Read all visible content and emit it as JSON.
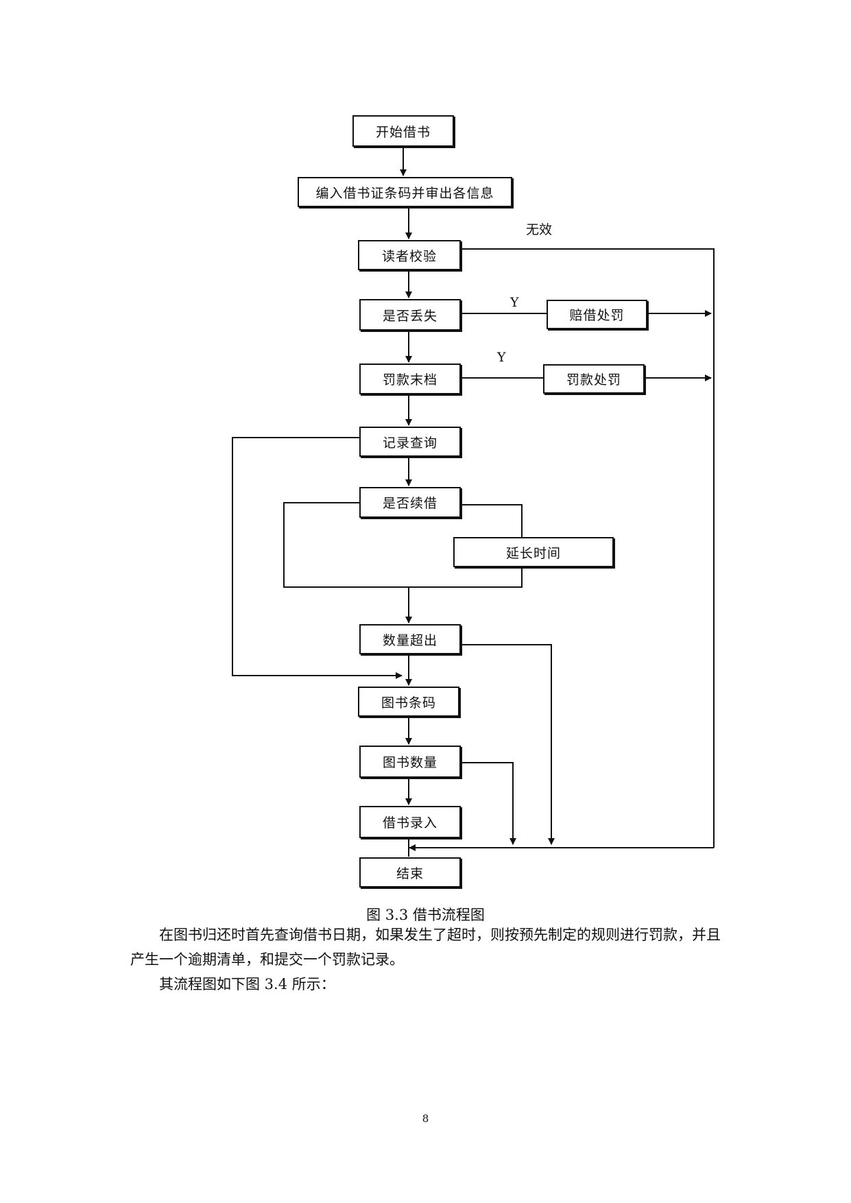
{
  "figure": {
    "caption": "图 3.3 借书流程图",
    "nodes": {
      "start": "开始借书",
      "input": "编入借书证条码并审出各信息",
      "reader_check": "读者校验",
      "lost_check": "是否丢失",
      "fine_check": "罚款末档",
      "compensate": "赔借处罚",
      "fine_penalty": "罚款处罚",
      "record_query": "记录查询",
      "renew_check": "是否续借",
      "extend": "延长时间",
      "qty_exceed": "数量超出",
      "book_barcode": "图书条码",
      "book_qty": "图书数量",
      "borrow_entry": "借书录入",
      "end": "结束"
    },
    "edge_labels": {
      "invalid": "无效",
      "y_lost": "Y",
      "y_fine": "Y"
    }
  },
  "text": {
    "para1": "在图书归还时首先查询借书日期，如果发生了超时，则按预先制定的规则进行罚款，并且产生一个逾期清单，和提交一个罚款记录。",
    "para2": "其流程图如下图 3.4 所示："
  },
  "page_number": "8"
}
